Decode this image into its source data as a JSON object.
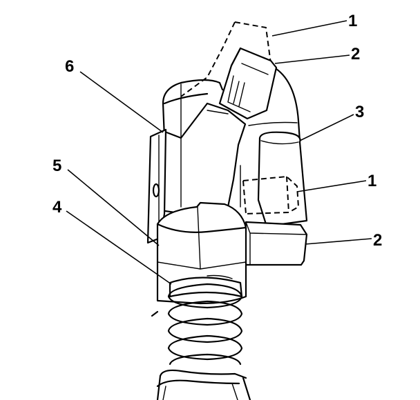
{
  "callouts": [
    {
      "id": "c1a",
      "label": "1"
    },
    {
      "id": "c2a",
      "label": "2"
    },
    {
      "id": "c3",
      "label": "3"
    },
    {
      "id": "c1b",
      "label": "1"
    },
    {
      "id": "c2b",
      "label": "2"
    },
    {
      "id": "c6",
      "label": "6"
    },
    {
      "id": "c5",
      "label": "5"
    },
    {
      "id": "c4",
      "label": "4"
    }
  ],
  "colors": {
    "line": "#000000",
    "background": "#ffffff"
  }
}
